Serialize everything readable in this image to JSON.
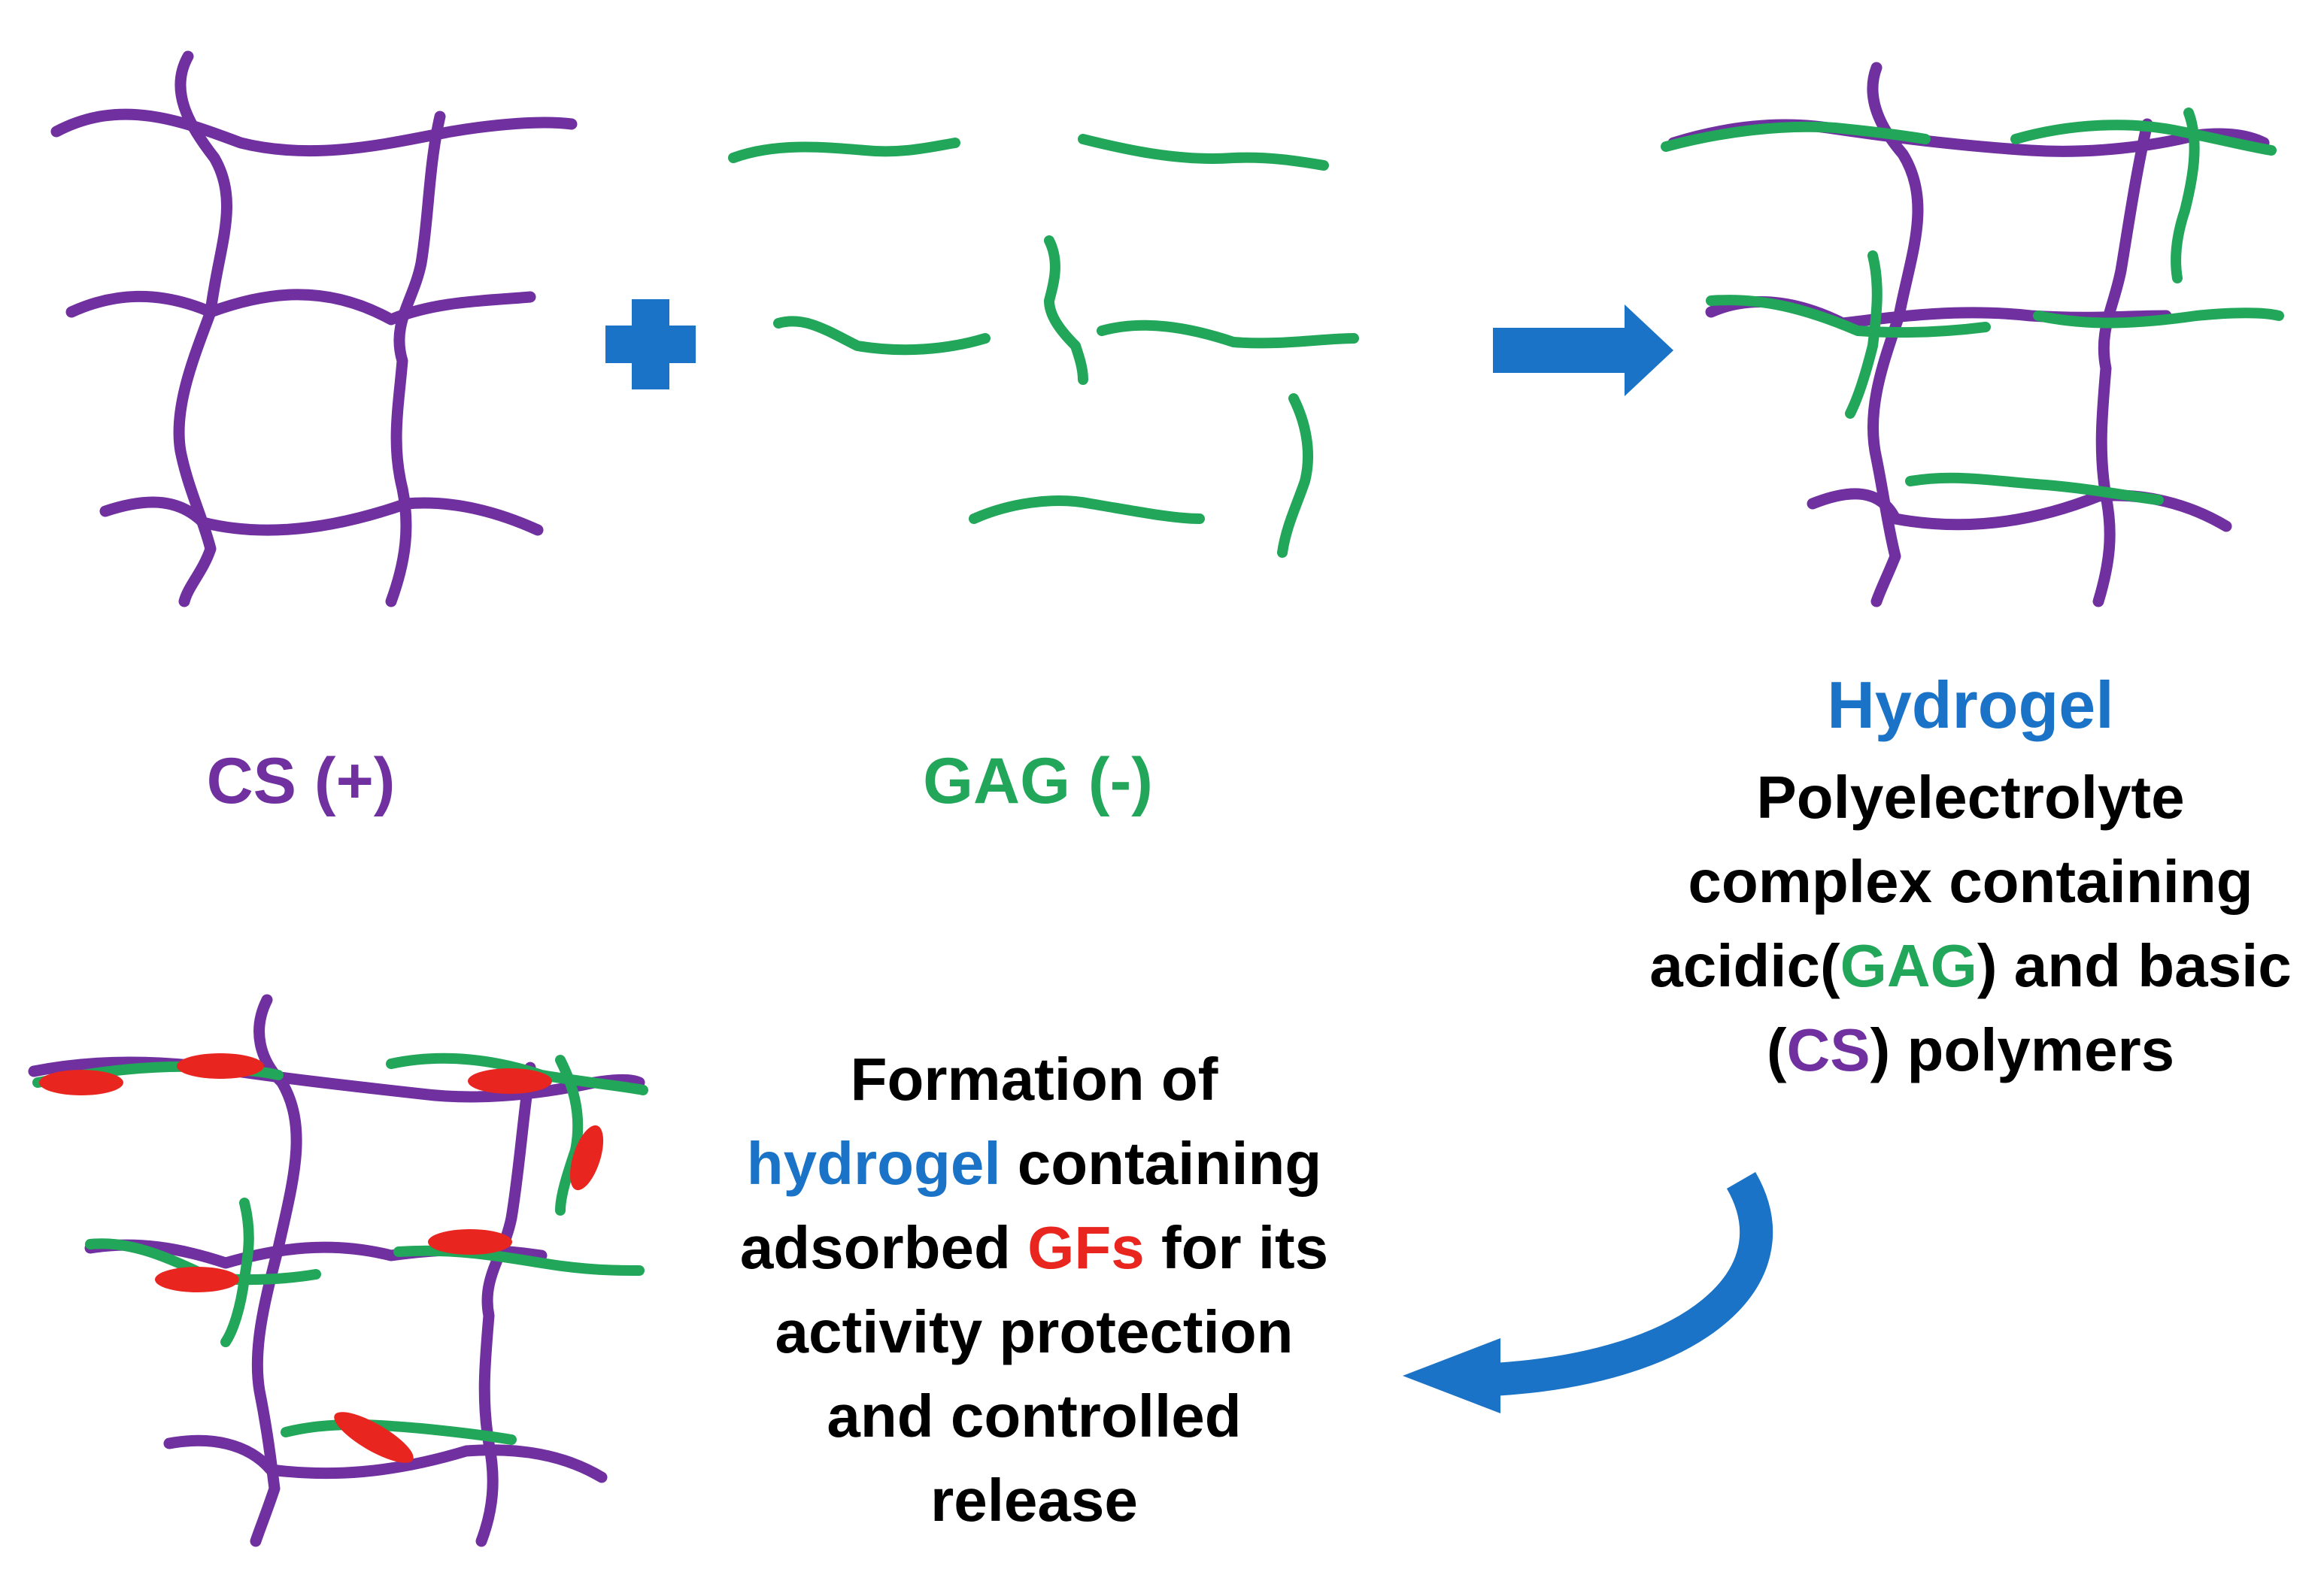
{
  "colors": {
    "purple": "#7030A0",
    "green": "#21A65A",
    "blue": "#1A73C6",
    "red": "#E8251E",
    "text": "#000000"
  },
  "icons": {
    "plus": "plus-icon",
    "right_arrow": "right-arrow-icon",
    "curved_arrow": "curved-arrow-icon"
  },
  "labels": {
    "cs": "CS (+)",
    "gag": "GAG (-)"
  },
  "hydrogel_panel": {
    "title": "Hydrogel",
    "line1": "Polyelectrolyte",
    "line2": "complex containing",
    "line3_pre": "acidic(",
    "line3_gag": "GAG",
    "line3_post": ") and basic",
    "line4_pre": "(",
    "line4_cs": "CS",
    "line4_post": ") polymers"
  },
  "formation_panel": {
    "line1": "Formation of",
    "line2_hydrogel": "hydrogel",
    "line2_post": " containing",
    "line3_pre": "adsorbed ",
    "line3_gfs": "GFs",
    "line3_post": " for its",
    "line4": "activity protection",
    "line5": "and controlled",
    "line6": "release"
  }
}
